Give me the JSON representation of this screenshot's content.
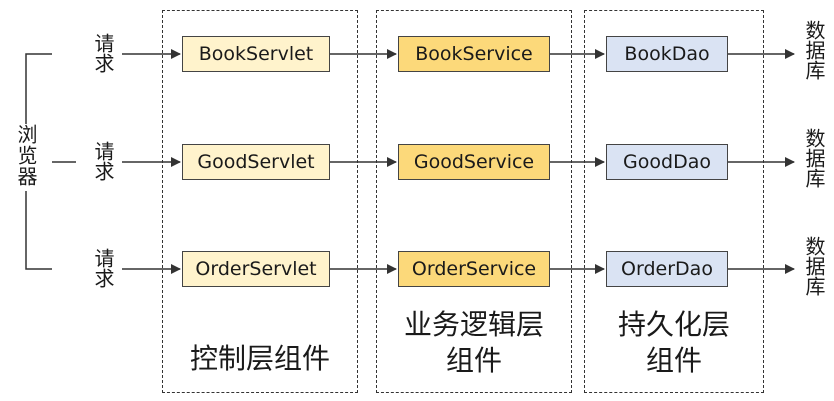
{
  "browser": {
    "label": "浏览器"
  },
  "request_label": "请求",
  "database_label": "数据库",
  "layers": {
    "control": {
      "title": "控制层组件"
    },
    "business": {
      "title_line1": "业务逻辑层",
      "title_line2": "组件"
    },
    "persistence": {
      "title_line1": "持久化层",
      "title_line2": "组件"
    }
  },
  "rows": [
    {
      "servlet": "BookServlet",
      "service": "BookService",
      "dao": "BookDao"
    },
    {
      "servlet": "GoodServlet",
      "service": "GoodService",
      "dao": "GoodDao"
    },
    {
      "servlet": "OrderServlet",
      "service": "OrderService",
      "dao": "OrderDao"
    }
  ],
  "colors": {
    "servlet_fill": "#fff3cc",
    "service_fill": "#fcd97a",
    "dao_fill": "#dae3f3",
    "stroke": "#333333"
  }
}
